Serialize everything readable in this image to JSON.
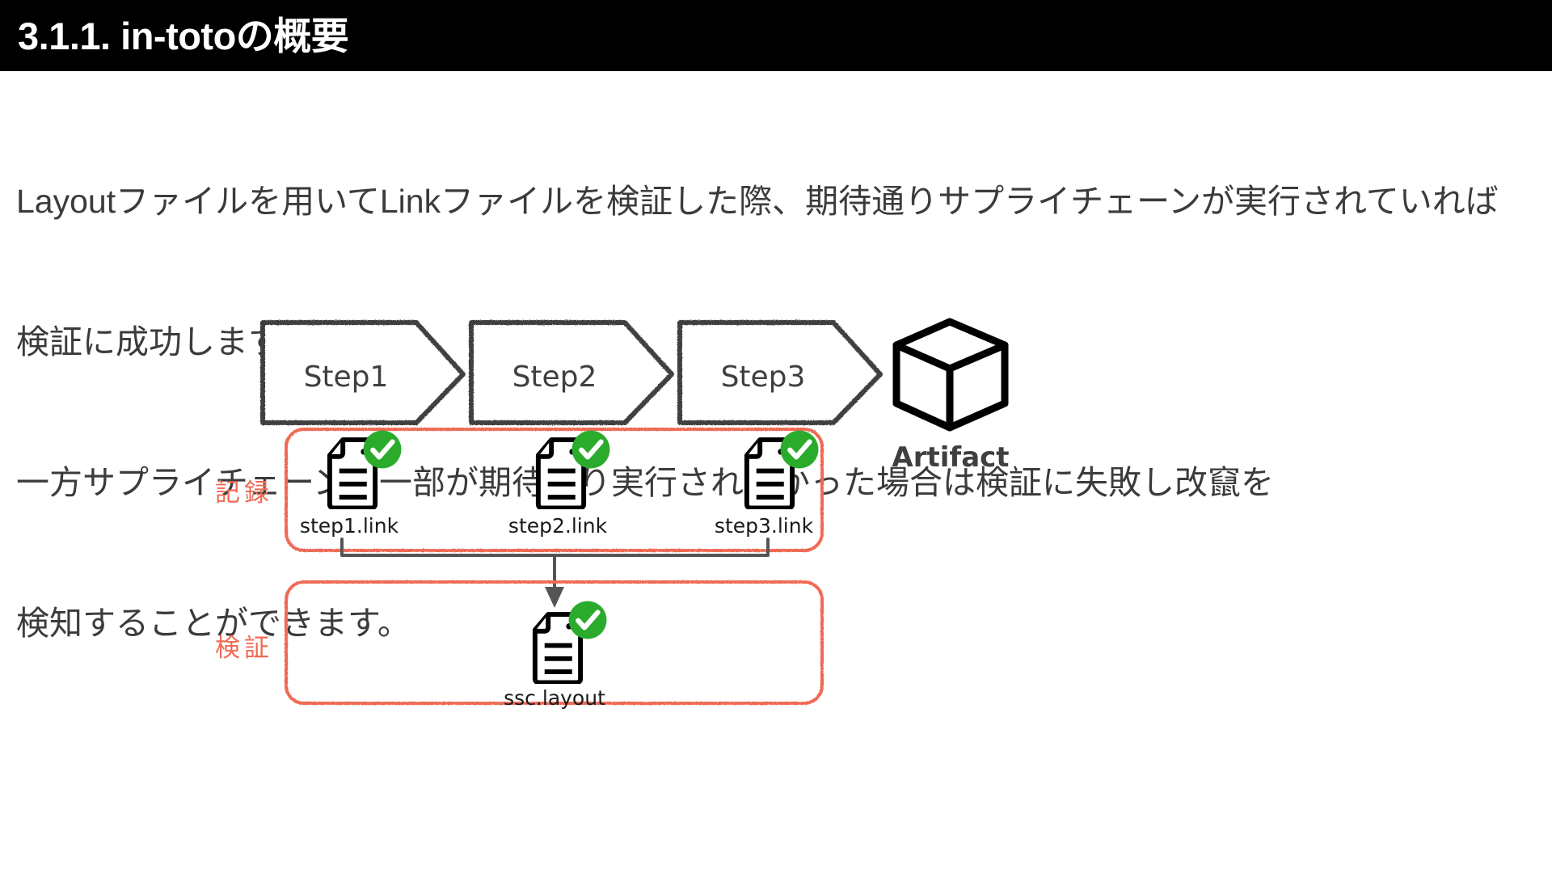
{
  "slide": {
    "title": "3.1.1. in-totoの概要",
    "title_bg": "#000000",
    "title_fg": "#ffffff",
    "body_color": "#3b3b3b",
    "body_lines": [
      "Layoutファイルを用いてLinkファイルを検証した際、期待通りサプライチェーンが実行されていれば",
      "検証に成功します。",
      "一方サプライチェーンの一部が期待通り実行されなかった場合は検証に失敗し改竄を",
      "検知することができます。"
    ]
  },
  "diagram": {
    "accent_red": "#ef6a54",
    "check_green": "#2bab2b",
    "sketch_gray": "#3f3f3f",
    "ink_black": "#000000",
    "steps": [
      {
        "label": "Step1"
      },
      {
        "label": "Step2"
      },
      {
        "label": "Step3"
      }
    ],
    "artifact": {
      "label": "Artifact"
    },
    "record_group": {
      "side_label": "記録",
      "files": [
        {
          "label": "step1.link",
          "status": "verified"
        },
        {
          "label": "step2.link",
          "status": "verified"
        },
        {
          "label": "step3.link",
          "status": "verified"
        }
      ]
    },
    "verify_group": {
      "side_label": "検証",
      "files": [
        {
          "label": "ssc.layout",
          "status": "verified"
        }
      ]
    }
  }
}
